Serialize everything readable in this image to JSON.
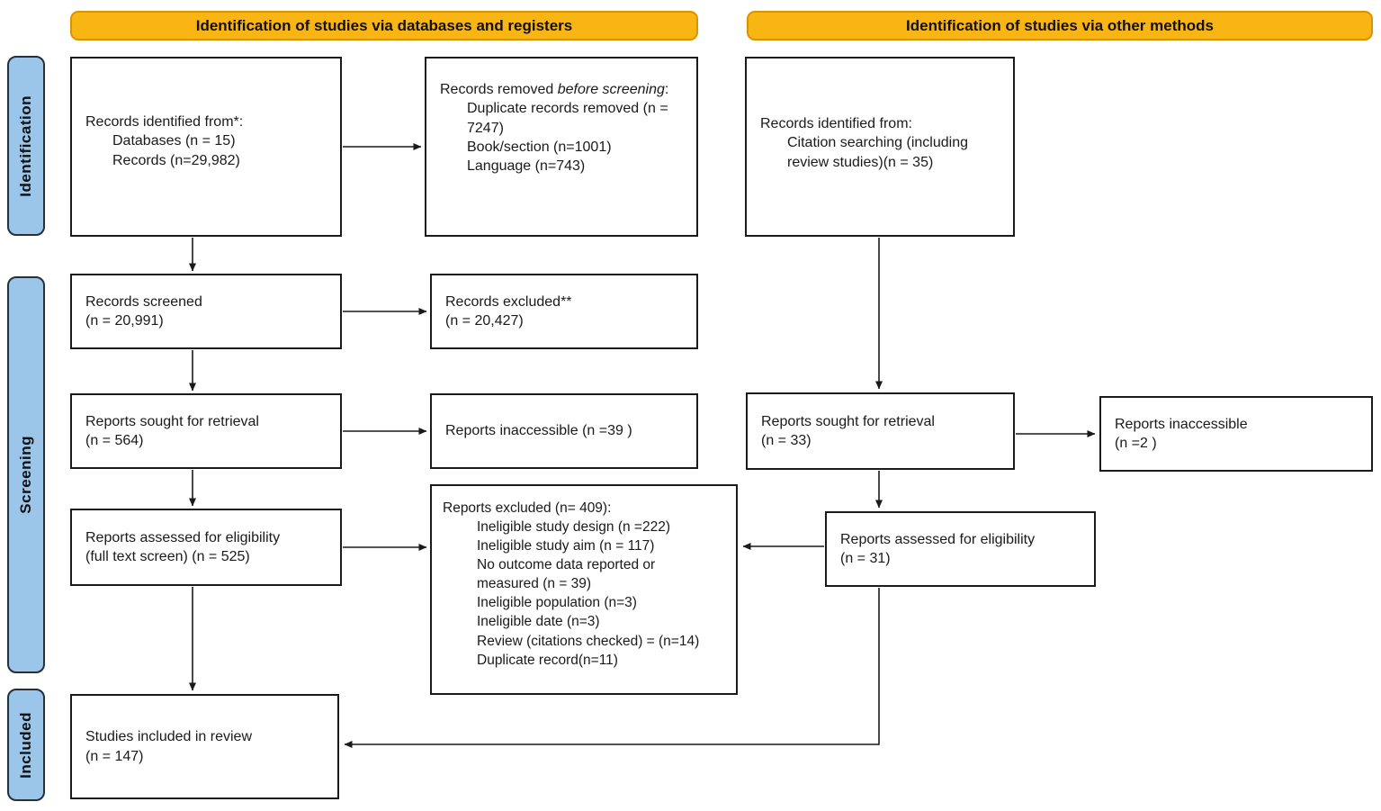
{
  "colors": {
    "header_bg": "#F9B514",
    "header_border": "#D89400",
    "sidebar_bg": "#9CC6E9",
    "box_border": "#1a1a1a",
    "arrow": "#1a1a1a",
    "text": "#1a1a1a"
  },
  "headers": {
    "databases": "Identification of studies via databases and registers",
    "other_methods": "Identification of studies via other methods"
  },
  "sidebar": {
    "identification": "Identification",
    "screening": "Screening",
    "included": "Included"
  },
  "boxes": {
    "records_identified_db": {
      "title": "Records identified from*:",
      "items": [
        "Databases (n = 15)",
        "Records (n=29,982)"
      ]
    },
    "records_removed": {
      "title_prefix": "Records removed ",
      "title_italic": "before screening",
      "title_suffix": ":",
      "items": [
        "Duplicate records removed  (n = 7247)",
        "Book/section (n=1001)",
        "Language (n=743)"
      ]
    },
    "records_screened": {
      "lines": [
        "Records screened",
        "(n = 20,991)"
      ]
    },
    "records_excluded": {
      "lines": [
        "Records excluded**",
        "(n = 20,427)"
      ]
    },
    "reports_sought_db": {
      "lines": [
        "Reports sought for retrieval",
        "(n = 564)"
      ]
    },
    "reports_inaccessible_db": {
      "lines": [
        "Reports inaccessible (n =39 )"
      ]
    },
    "reports_assessed_db": {
      "lines": [
        "Reports assessed for eligibility",
        "(full text screen) (n = 525)"
      ]
    },
    "reports_excluded": {
      "title": "Reports excluded (n= 409):",
      "items": [
        "Ineligible study design (n =222)",
        "Ineligible study aim (n = 117)",
        "No outcome data reported or measured (n = 39)",
        "Ineligible population (n=3)",
        "Ineligible date (n=3)",
        "Review (citations checked) = (n=14)",
        "Duplicate record(n=11)"
      ]
    },
    "studies_included": {
      "lines": [
        "Studies included in review",
        "(n = 147)"
      ]
    },
    "records_identified_other": {
      "title": "Records identified from:",
      "items": [
        "Citation searching (including review studies)(n = 35)"
      ]
    },
    "reports_sought_other": {
      "lines": [
        "Reports sought for retrieval",
        "(n = 33)"
      ]
    },
    "reports_inaccessible_other": {
      "lines": [
        "Reports inaccessible",
        "(n =2 )"
      ]
    },
    "reports_assessed_other": {
      "lines": [
        "Reports assessed for eligibility",
        "(n = 31)"
      ]
    }
  }
}
